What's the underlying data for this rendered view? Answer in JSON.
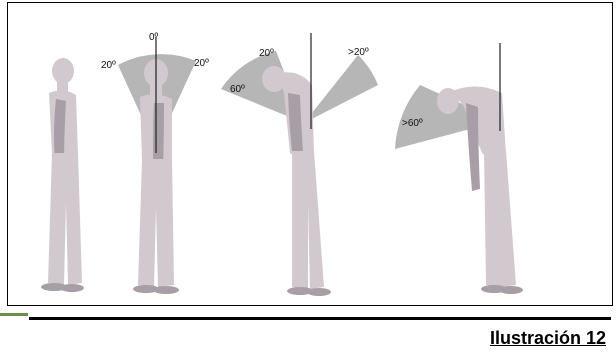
{
  "colors": {
    "frame_border": "#000000",
    "sector_fill": "#a9a9a9",
    "figure_fill": "#d2c9cf",
    "figure_shade": "#a89fa6",
    "accent_green": "#6b8e4e",
    "rule": "#000000"
  },
  "figures": [
    {
      "name": "standing-side-view",
      "posture": "upright",
      "angles": []
    },
    {
      "name": "neck-upright-range",
      "posture": "upright",
      "angles": [
        "0º",
        "20º",
        "20º"
      ]
    },
    {
      "name": "neck-flexion-moderate",
      "posture": "forward-bent",
      "angles": [
        "20º",
        "60º",
        ">20º"
      ]
    },
    {
      "name": "neck-flexion-extreme",
      "posture": "deep-bent",
      "angles": [
        ">60º"
      ]
    }
  ],
  "caption": "Ilustración 12"
}
